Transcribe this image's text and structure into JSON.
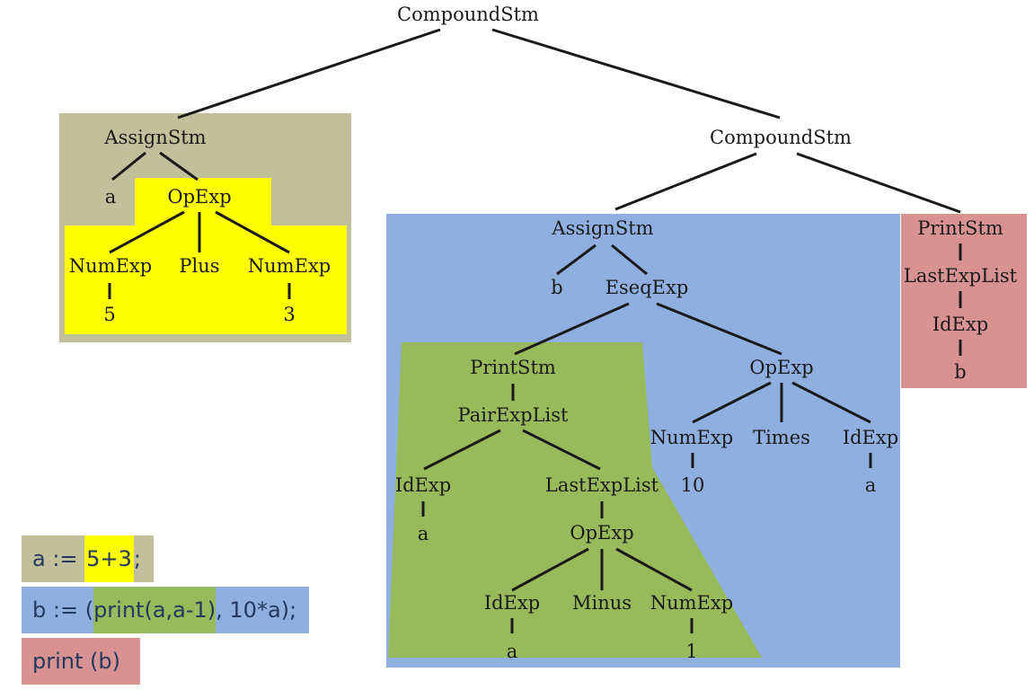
{
  "colors": {
    "stm1": "#c2bf9b",
    "exp1": "#ffff00",
    "stm2": "#8fafe0",
    "exp2": "#97bb5b",
    "stm3": "#d99292",
    "text": "#1a1a1a",
    "code_text": "#23395d"
  },
  "tree": {
    "root": "CompoundStm",
    "s1": {
      "stm": "AssignStm",
      "id": "a",
      "op": "OpExp",
      "num_left": "NumExp",
      "plus": "Plus",
      "num_right": "NumExp",
      "val_left": "5",
      "val_right": "3"
    },
    "inner": "CompoundStm",
    "s2": {
      "stm": "AssignStm",
      "id": "b",
      "eseq": "EseqExp",
      "print": "PrintStm",
      "pairlist": "PairExpList",
      "idexp": "IdExp",
      "id_a": "a",
      "lastlist": "LastExpList",
      "opexp_inner": "OpExp",
      "idexp2": "IdExp",
      "minus": "Minus",
      "numexp2": "NumExp",
      "id_a2": "a",
      "val_1": "1",
      "opexp": "OpExp",
      "numexp": "NumExp",
      "times": "Times",
      "idexp3": "IdExp",
      "val_10": "10",
      "id_a3": "a"
    },
    "s3": {
      "print": "PrintStm",
      "lastlist": "LastExpList",
      "idexp": "IdExp",
      "id_b": "b"
    }
  },
  "code": {
    "line1": {
      "pre": "a := ",
      "hl": "5+3",
      "post": ";"
    },
    "line2": {
      "pre": "b := (",
      "hl": "print(a,a-1)",
      "post": ", 10*a);"
    },
    "line3": {
      "text": "print (b)"
    }
  }
}
